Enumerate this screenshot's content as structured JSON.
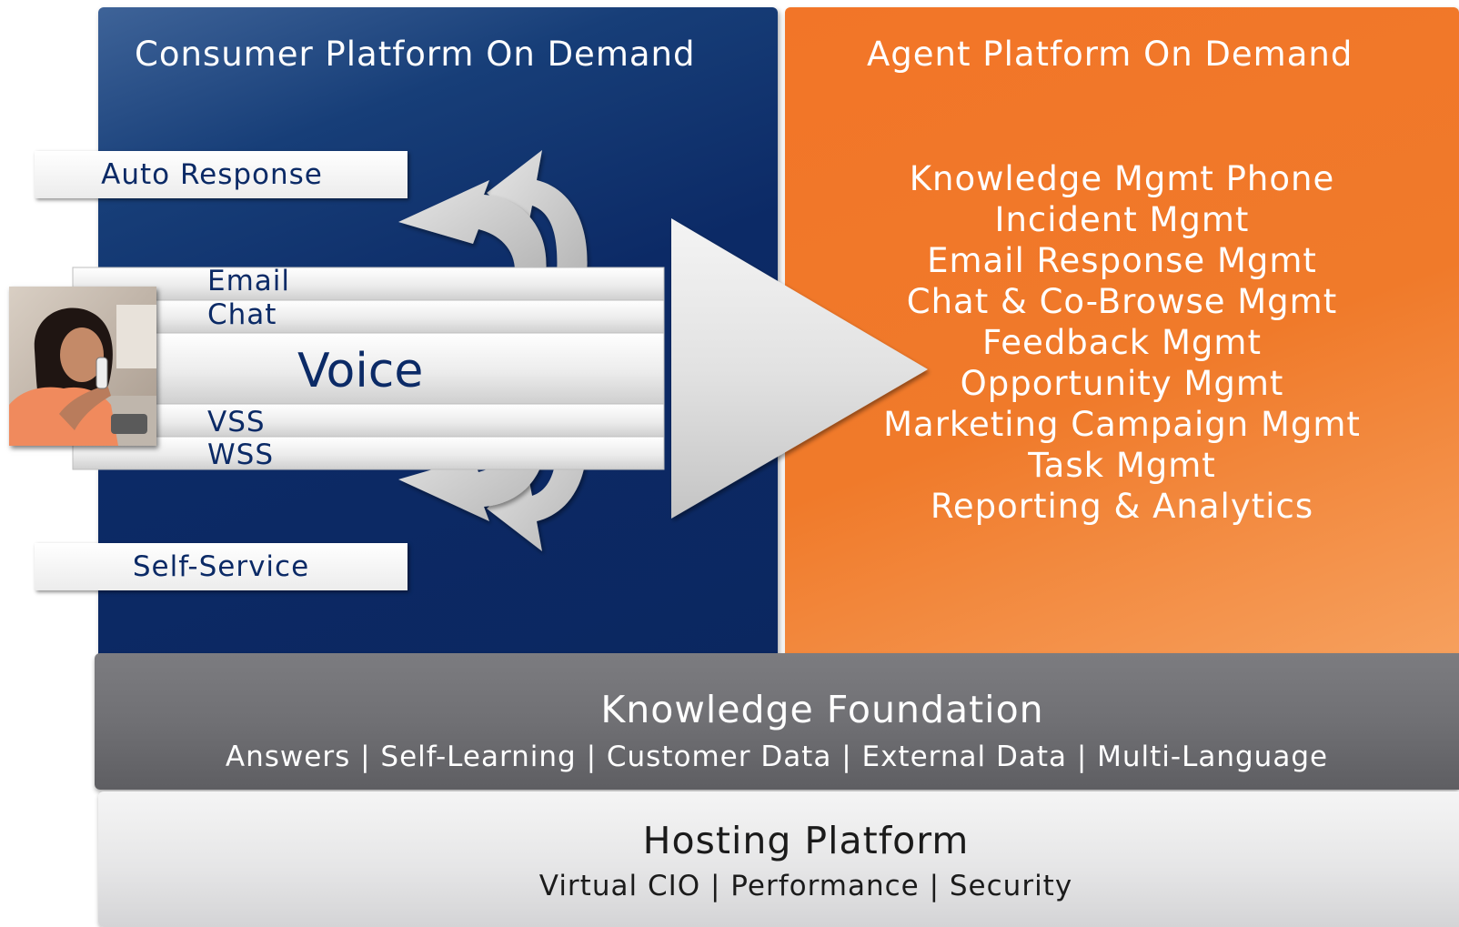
{
  "consumer_platform": {
    "title": "Consumer Platform On Demand",
    "auto_response_label": "Auto Response",
    "self_service_label": "Self-Service",
    "channels": {
      "email": "Email",
      "chat": "Chat",
      "voice": "Voice",
      "vss": "VSS",
      "wss": "WSS"
    }
  },
  "agent_platform": {
    "title": "Agent Platform On Demand",
    "items": [
      "Knowledge Mgmt Phone",
      "Incident Mgmt",
      "Email Response Mgmt",
      "Chat & Co-Browse Mgmt",
      "Feedback Mgmt",
      "Opportunity Mgmt",
      "Marketing Campaign Mgmt",
      "Task Mgmt",
      "Reporting & Analytics"
    ]
  },
  "knowledge_foundation": {
    "title": "Knowledge Foundation",
    "subtitle": "Answers | Self-Learning | Customer Data | External Data | Multi-Language"
  },
  "hosting_platform": {
    "title": "Hosting Platform",
    "subtitle": "Virtual CIO | Performance | Security"
  },
  "colors": {
    "consumer_blue": "#0c2a66",
    "agent_orange": "#f27528",
    "knowledge_gray": "#707074",
    "hosting_light": "#e6e6e7"
  },
  "icons": {
    "photo": "customer-service-woman-on-phone"
  }
}
